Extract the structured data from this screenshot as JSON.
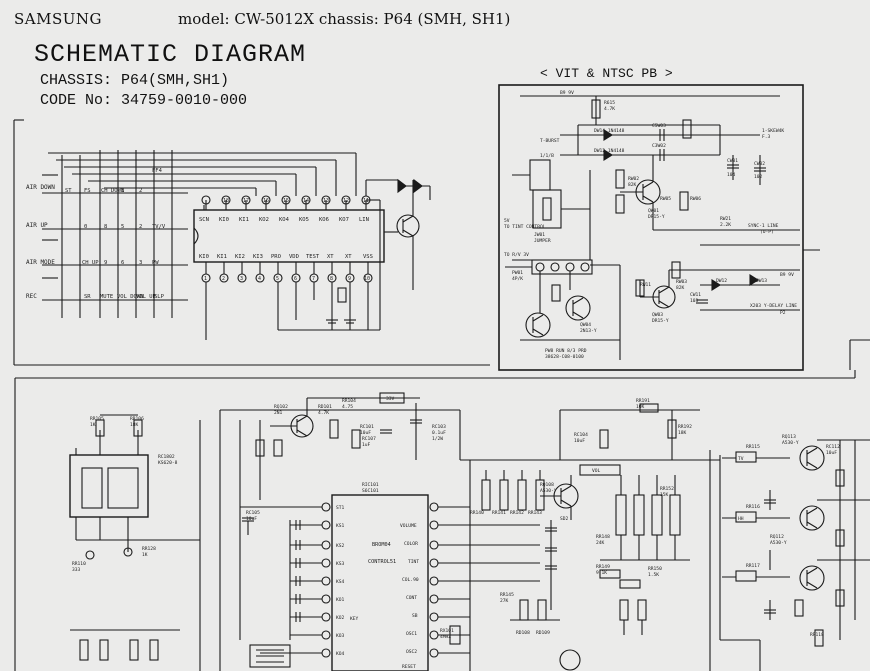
{
  "header": {
    "brand": "SAMSUNG",
    "model_line": "model: CW-5012X chassis: P64 (SMH, SH1)",
    "title": "SCHEMATIC DIAGRAM",
    "chassis": "CHASSIS: P64(SMH,SH1)",
    "code": "CODE No: 34759-0010-000"
  },
  "vit_panel": {
    "title": "< VIT & NTSC PB >",
    "labels": {
      "b9v": "B9 9V",
      "r615": "R615",
      "r615v": "4.7K",
      "d_pb": "DW14 1N4148",
      "d_w12": "DW12 1N4148",
      "c_w03": "C5W03",
      "tburst": "T-BURST",
      "c_top": "1/1/B",
      "out1": "1-SKEW4K",
      "out1b": "F.3",
      "c_w02": "C3W02",
      "cw01": "CW01",
      "cw01v": "104",
      "cw02": "CW02",
      "cw02v": "102",
      "tint": "TO TINT CONTROL",
      "tint_v": "5V",
      "jw01": "JW01",
      "jw01v": "JUMPER",
      "ttb": "TO R/V 3V",
      "pw01": "PW01",
      "pw01v": "4P/K",
      "rw02": "RW02",
      "rw02v": "82K",
      "qw01": "QW01",
      "qw01v": "DR15-Y",
      "rw05": "RW05",
      "rw06": "RW06",
      "sync": "SYNC-1 LINE",
      "sync2": "(O-P)",
      "b9v2": "B9 9V",
      "rw21": "RW21",
      "rw21v": "2.2K",
      "rw03": "RW03",
      "rw03v": "82K",
      "dw12b": "DW12",
      "dw13": "DW13",
      "qw03": "QW03",
      "qw03v": "DR15-Y",
      "qw04": "QW04",
      "qw04v": "2N13-Y",
      "rw11": "RW11",
      "pb_note": "PW8 RUN 8/3 PRD",
      "pb_note2": "38628-C08-0100",
      "xline": "X203 Y-DELAY LINE",
      "xline2": "P2",
      "cw11": "CW11",
      "cw11v": "103"
    }
  },
  "keyboard": {
    "rows": [
      {
        "label": "AIR DOWN",
        "keys": [
          "ST",
          "FS",
          "CH DOWN",
          "1",
          "2",
          "FF4"
        ]
      },
      {
        "label": "AIR UP",
        "keys": [
          "",
          "0",
          "8",
          "5",
          "2",
          "TV/V"
        ]
      },
      {
        "label": "AIR MODE",
        "keys": [
          "CH UP",
          "9",
          "6",
          "3",
          "PW"
        ]
      },
      {
        "label": "REC",
        "keys": [
          "SR",
          "MUTE",
          "VOL DOWN",
          "VOL UP",
          "SLP"
        ]
      }
    ],
    "ic_top_pins": [
      "SCN",
      "KI0",
      "KI1",
      "KO2",
      "KO4",
      "KO5",
      "KO6",
      "KO7",
      "LIN"
    ],
    "ic_bottom_pins": [
      "KI0",
      "KI1",
      "KI2",
      "KI3",
      "PRO",
      "VDD",
      "TEST",
      "XT",
      "XT",
      "VSS"
    ],
    "pin_numbers": [
      "1",
      "2",
      "3",
      "4",
      "5",
      "6",
      "7",
      "8",
      "9",
      "10",
      "11",
      "12",
      "13",
      "14",
      "15",
      "16",
      "17",
      "18"
    ]
  },
  "main": {
    "labels": {
      "ic_left": "RC1802",
      "ic_left2": "KS620-8",
      "ic_mid": "RIC101",
      "ic_mid2": "S6C101",
      "ic_mid_part": "BROM04",
      "ic_mid_part2": "CONTROL51",
      "r105": "RR105",
      "r105v": "1K",
      "r106": "RR106",
      "r106v": "18K",
      "r110": "RR110",
      "r110v": "333",
      "r128": "RR128",
      "r128v": "1K",
      "q102": "RQ102",
      "q102v": "2N1",
      "d101": "RD101",
      "d101v": "4.7K",
      "r104": "RR104",
      "r104v": "4.75",
      "v33": "33V",
      "r191": "RR191",
      "r191v": "10K",
      "r192": "RR192",
      "r192v": "18K",
      "c104": "RC104",
      "c104v": "10uF",
      "vol": "VOL",
      "q108": "RQ108",
      "q108v": "A530-Y",
      "s2": "SD2",
      "r148": "RR148",
      "r148v": "24K",
      "r149": "RR149",
      "r149v": "9.1K",
      "r150": "RR150",
      "r150v": "1.5K",
      "c112": "RC112",
      "c112v": "10uF",
      "q113": "RQ113",
      "q113v": "A530-Y",
      "q112": "RQ112",
      "q112v": "A530-Y",
      "r115": "RR115",
      "r116": "RR116",
      "r117": "RR117",
      "r118": "RR118",
      "c101": "RC101",
      "c101v": "10uF",
      "osc": "RX101",
      "osc2": "4MHZ",
      "p_volume": "VOLUME",
      "p_color": "COLOR",
      "p_tint": "TINT",
      "p_col": "COL.90",
      "p_cont": "CONT",
      "p_sb": "SB",
      "p_key": "KEY",
      "p_osc": "OSC1",
      "p_osc2": "OSC2",
      "p_reset": "RESET",
      "p_left": "ST1",
      "pins": [
        "KS1",
        "KS2",
        "KS3",
        "KS4",
        "KO1",
        "KO2",
        "KO3",
        "KO4",
        "KEY"
      ],
      "wavR": "RR",
      "wavV": "RR",
      "c1": "RC105",
      "c1v": "10uF",
      "c2": "RC107",
      "c2v": "1uF",
      "ir": "RC103",
      "ir2": "0.1uF",
      "ir3": "1/2W",
      "pwr": "TV",
      "pwrb": "HH",
      "r140": "RR140",
      "r141": "RR141",
      "r142": "RR142",
      "r143": "RR143",
      "r145": "RR145",
      "r145v": "27K",
      "rd108": "RD108",
      "rd109": "RD109",
      "r152": "RR152",
      "r152v": "15K"
    }
  }
}
